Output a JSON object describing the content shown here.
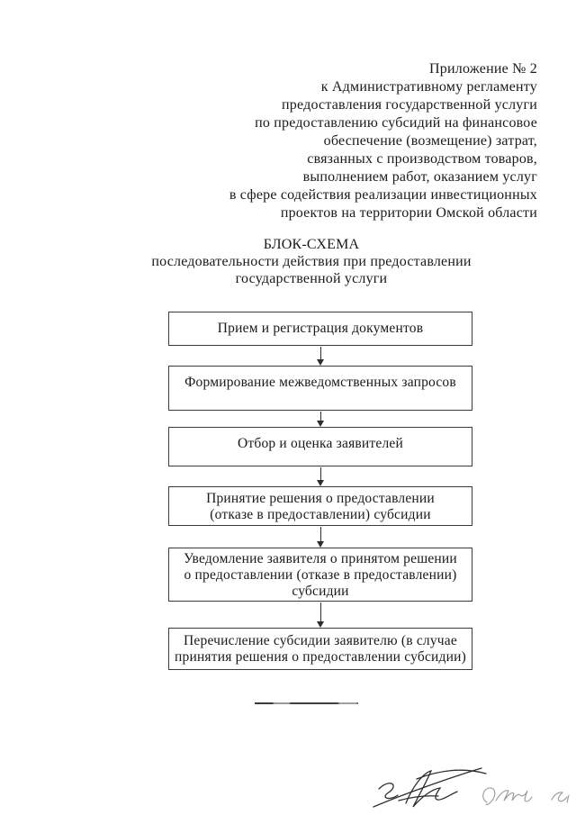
{
  "document": {
    "header": {
      "lines": [
        "Приложение № 2",
        "к Административному регламенту",
        "предоставления государственной услуги",
        "по предоставлению субсидий на финансовое",
        "обеспечение (возмещение) затрат,",
        "связанных с производством товаров,",
        "выполнением работ, оказанием услуг",
        "в сфере содействия реализации инвестиционных",
        "проектов на территории Омской области"
      ]
    },
    "title": {
      "lines": [
        "БЛОК-СХЕМА",
        "последовательности действия при предоставлении",
        "государственной услуги"
      ]
    },
    "flowchart": {
      "steps": [
        {
          "label": "Прием и регистрация документов"
        },
        {
          "label": "Формирование межведомственных запросов"
        },
        {
          "label": "Отбор и оценка заявителей"
        },
        {
          "label": "Принятие решения о предоставлении\n(отказе в предоставлении) субсидии"
        },
        {
          "label": "Уведомление заявителя о принятом решении\nо предоставлении (отказе в предоставлении)\nсубсидии"
        },
        {
          "label": "Перечисление субсидии заявителю (в случае\nпринятия решения о предоставлении субсидии)"
        }
      ],
      "connector_icon": "arrow-down"
    },
    "footer": {
      "separator": "footnote-rule",
      "signatures": [
        "handwritten-signature-scribble-dark",
        "handwritten-signature-scribble-light"
      ]
    },
    "colors": {
      "background": "#ffffff",
      "text": "#1a1a1a",
      "box_border": "#3c3c3c",
      "arrow": "#2e2e2e",
      "signature_dark": "#2d2d2d",
      "signature_light": "#989898"
    }
  }
}
